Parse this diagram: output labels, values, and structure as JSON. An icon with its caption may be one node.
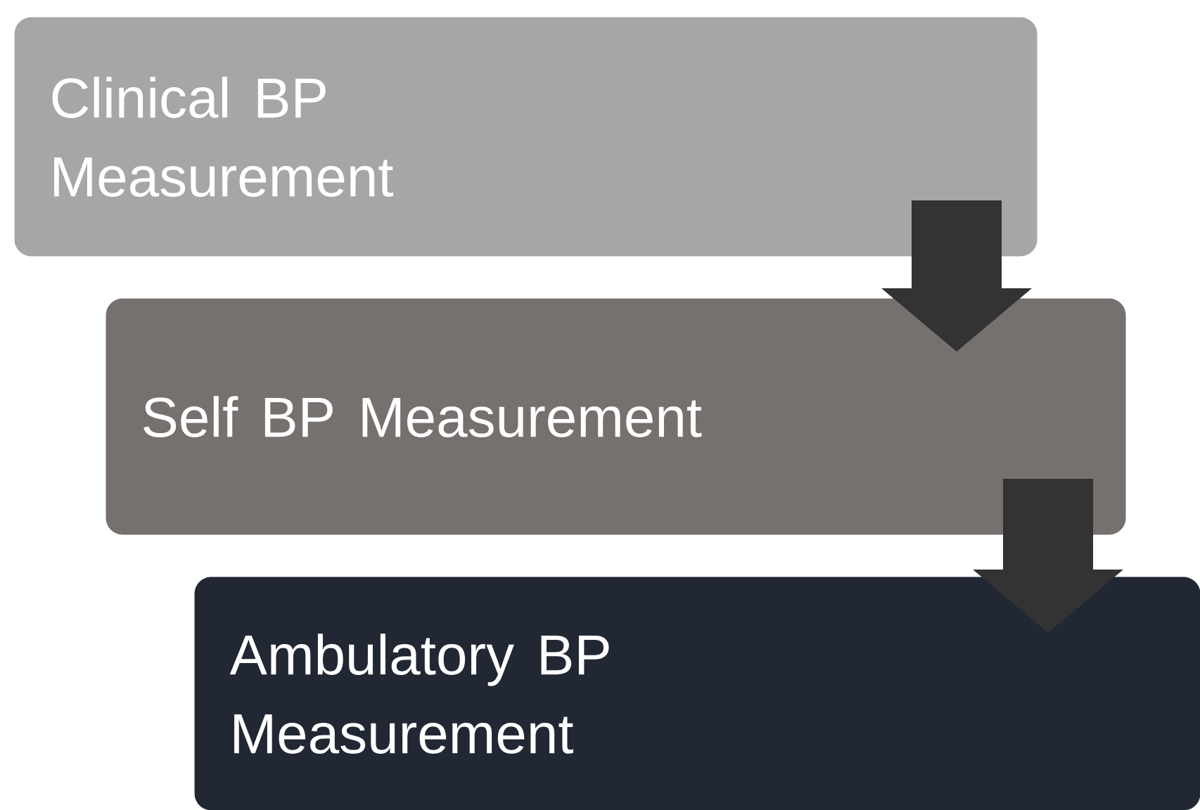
{
  "diagram": {
    "nodes": [
      {
        "text": [
          "Clinical BP Measurement"
        ]
      },
      {
        "text": [
          "Self BP Measurement"
        ]
      },
      {
        "text": [
          "Ambulatory BP Measurement"
        ]
      }
    ],
    "edges": [
      {
        "from": 0,
        "to": 1,
        "arrow": "to"
      },
      {
        "from": 1,
        "to": 2,
        "arrow": "to"
      }
    ]
  }
}
